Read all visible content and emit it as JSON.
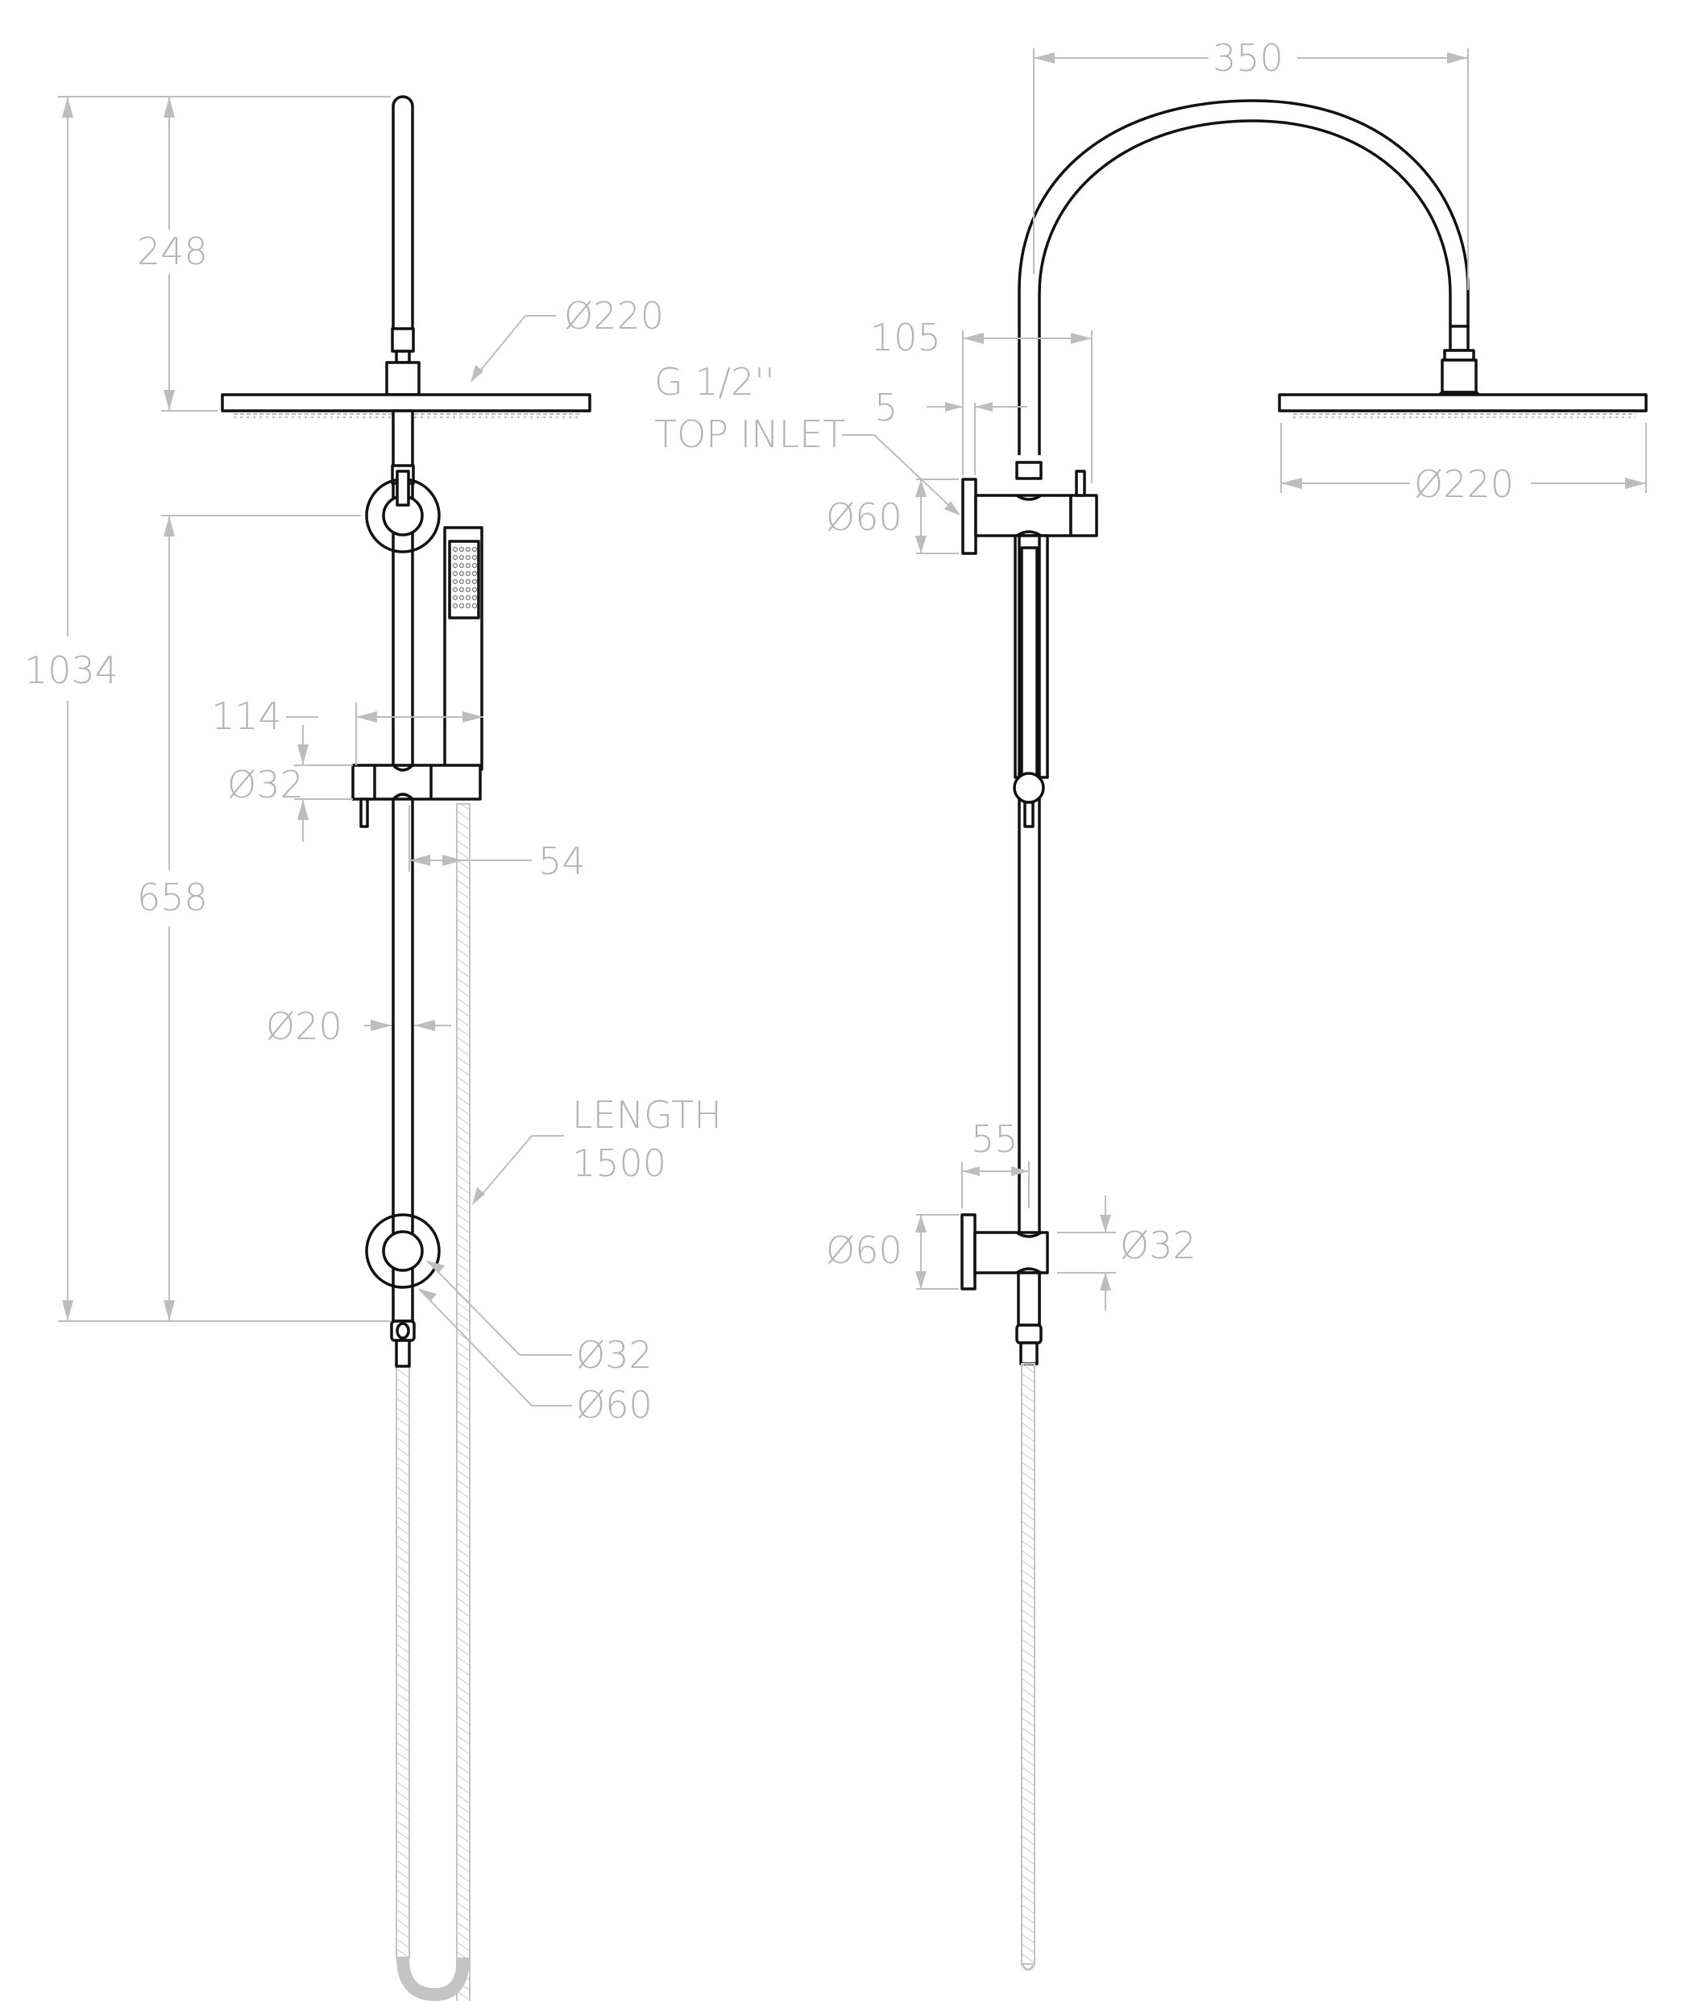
{
  "drawing": {
    "title": "Twin shower rail technical drawing",
    "units": "mm",
    "colors": {
      "part_outline": "#111111",
      "dimension": "#bdbdbd",
      "background": "#ffffff"
    }
  },
  "front_view": {
    "dimensions": {
      "overall_height": "1034",
      "arm_height": "248",
      "rail_height": "658",
      "head_diameter": "Ø220",
      "holder_width": "114",
      "holder_diameter": "Ø32",
      "hose_offset": "54",
      "rail_diameter": "Ø20",
      "hose_length_label": "LENGTH",
      "hose_length_value": "1500",
      "bracket_inner": "Ø32",
      "bracket_outer": "Ø60"
    }
  },
  "side_view": {
    "dimensions": {
      "arm_reach": "350",
      "head_diameter": "Ø220",
      "top_depth": "105",
      "flange_thickness": "5",
      "inlet_label_line1": "G 1/2''",
      "inlet_label_line2": "TOP INLET",
      "top_flange_diameter": "Ø60",
      "bottom_depth": "55",
      "bottom_flange_diameter": "Ø60",
      "bottom_outlet_diameter": "Ø32"
    }
  }
}
